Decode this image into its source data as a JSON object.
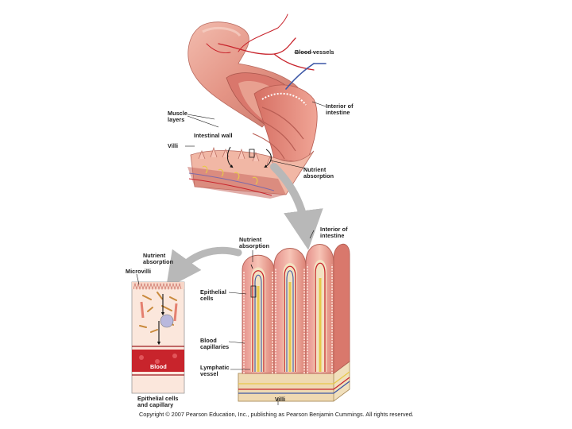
{
  "labels": {
    "blood_vessels": "Blood vessels",
    "interior_of_intestine_top": "Interior of\nintestine",
    "muscle_layers": "Muscle\nlayers",
    "intestinal_wall": "Intestinal wall",
    "villi_top": "Villi",
    "nutrient_absorption_top": "Nutrient\nabsorption",
    "interior_of_intestine_bottom": "Interior of\nintestine",
    "nutrient_absorption_mid": "Nutrient\nabsorption",
    "nutrient_absorption_left": "Nutrient\nabsorption",
    "microvilli": "Microvilli",
    "epithelial_cells": "Epithelial\ncells",
    "blood_capillaries": "Blood\ncapillaries",
    "lymphatic_vessel": "Lymphatic\nvessel",
    "blood": "Blood",
    "villi_bottom": "Villi",
    "epithelial_cells_and_capillary": "Epithelial cells\nand capillary"
  },
  "copyright": "Copyright © 2007 Pearson Education, Inc., publishing as Pearson Benjamin Cummings. All rights reserved.",
  "colors": {
    "tissue": "#e89a8c",
    "tissue_dark": "#c96a60",
    "mucosa_light": "#f4c8b4",
    "artery": "#c8242c",
    "vein": "#3d57a6",
    "lacteal": "#e7c84a",
    "submucosa": "#f3e2c2",
    "arrow_gray": "#b8b8b8"
  }
}
